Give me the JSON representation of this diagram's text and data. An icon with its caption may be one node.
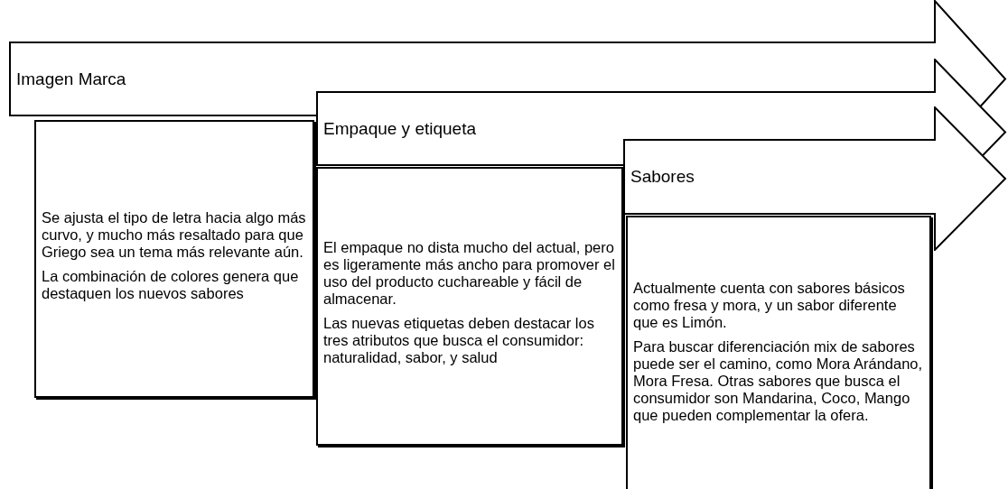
{
  "diagram": {
    "nodes": [
      {
        "text": [
          "Imagen Marca"
        ]
      },
      {
        "text": [
          "Se ajusta el tipo de letra hacia algo más curvo, y mucho más resaltado para que Griego sea un tema más relevante aún.",
          "La combinación de colores genera que destaquen los nuevos sabores"
        ]
      },
      {
        "text": [
          "Empaque y etiqueta"
        ]
      },
      {
        "text": [
          "El empaque no dista mucho del actual, pero es ligeramente más ancho para promover el uso del producto cuchareable y fácil de almacenar.",
          "Las nuevas etiquetas deben destacar los tres atributos que busca el consumidor: naturalidad, sabor, y salud"
        ]
      },
      {
        "text": [
          "Sabores"
        ]
      },
      {
        "text": [
          "Actualmente cuenta con sabores básicos como fresa y mora, y un sabor diferente que es Limón.",
          "Para buscar diferenciación mix de sabores puede ser el camino, como Mora Arándano, Mora Fresa. Otras sabores que busca el consumidor son Mandarina, Coco, Mango que pueden complementar la ofera."
        ]
      }
    ]
  }
}
